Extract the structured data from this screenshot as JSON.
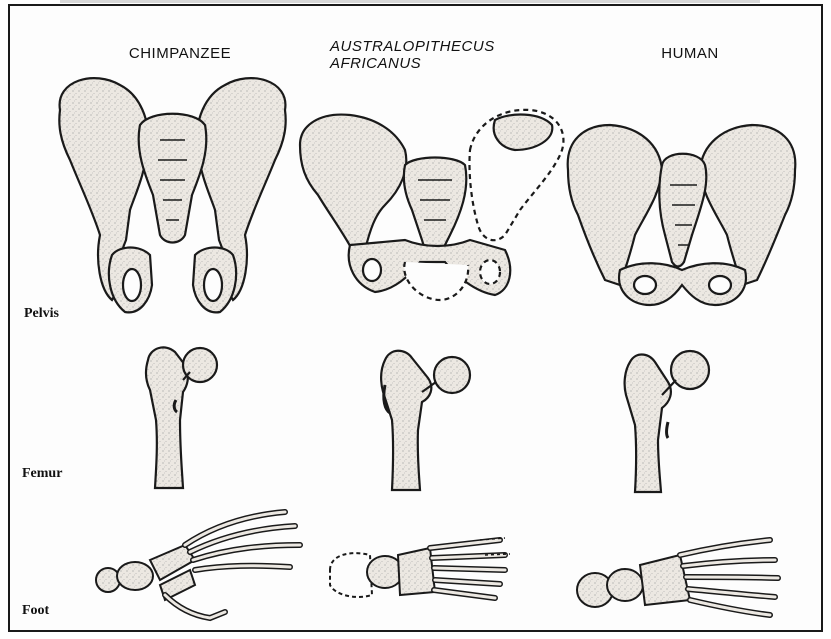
{
  "columns": [
    {
      "title_line1": "CHIMPANZEE",
      "title_line2": ""
    },
    {
      "title_line1": "AUSTRALOPITHECUS",
      "title_line2": "AFRICANUS"
    },
    {
      "title_line1": "HUMAN",
      "title_line2": ""
    }
  ],
  "rows": {
    "pelvis": "Pelvis",
    "femur": "Femur",
    "foot": "Foot"
  },
  "colors": {
    "bone_fill": "#ece8e2",
    "bone_outline": "#1a1a1a",
    "shadow": "#5a5a5a"
  }
}
